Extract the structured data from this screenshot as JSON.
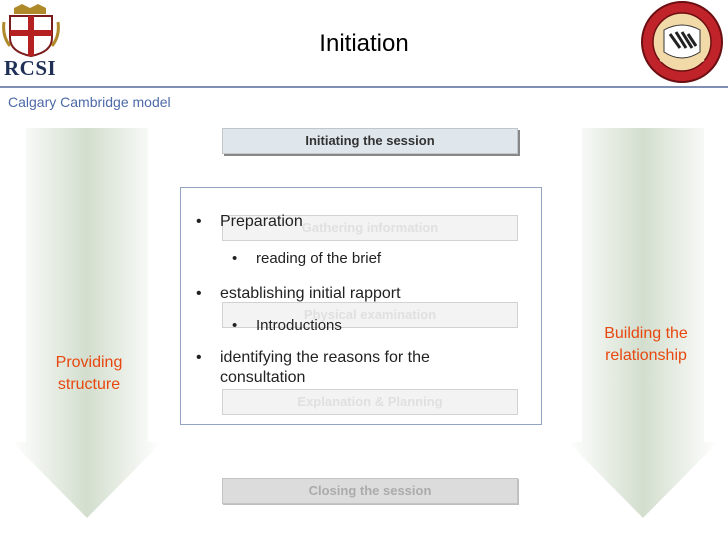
{
  "header": {
    "logo_left_text": "RCSI",
    "title": "Initiation",
    "subtitle": "Calgary Cambridge model"
  },
  "side_labels": {
    "left": "Providing structure",
    "right": "Building the relationship"
  },
  "stages": [
    {
      "label": "Initiating the session",
      "state": "active"
    },
    {
      "label": "Gathering information",
      "state": "faded"
    },
    {
      "label": "Physical examination",
      "state": "faded"
    },
    {
      "label": "Explanation & Planning",
      "state": "faded"
    },
    {
      "label": "Closing the session",
      "state": "inactive"
    }
  ],
  "bullets": [
    {
      "text": "Preparation",
      "level": 1
    },
    {
      "text": "reading of the brief",
      "level": 2
    },
    {
      "text": "establishing initial rapport",
      "level": 1
    },
    {
      "text": "Introductions",
      "level": 2
    },
    {
      "text": "identifying the reasons for the consultation",
      "level": 1
    }
  ],
  "colors": {
    "arrow": "#d6e0d0",
    "accent_text": "#e8470f",
    "subtitle": "#4d6aa8",
    "header_rule": "#7f8fb4"
  }
}
